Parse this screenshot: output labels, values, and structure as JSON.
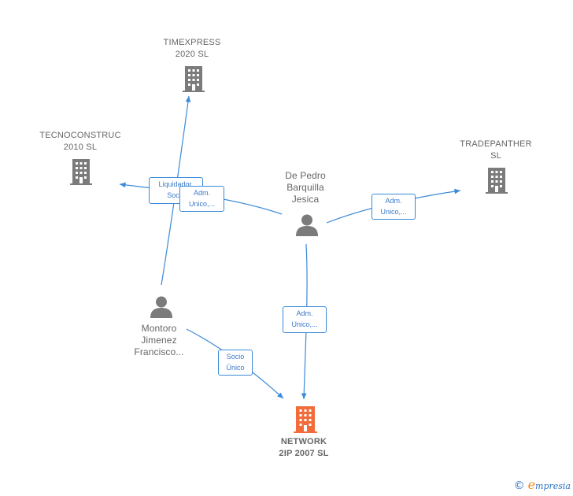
{
  "nodes": {
    "timexpress": {
      "line1": "TIMEXPRESS",
      "line2": "2020  SL"
    },
    "tecnoconstruc": {
      "line1": "TECNOCONSTRUC",
      "line2": "2010  SL"
    },
    "tradepanther": {
      "line1": "TRADEPANTHER",
      "line2": "SL"
    },
    "depedro": {
      "line1": "De Pedro",
      "line2": "Barquilla",
      "line3": "Jesica"
    },
    "montoro": {
      "line1": "Montoro",
      "line2": "Jimenez",
      "line3": "Francisco..."
    },
    "network": {
      "line1": "NETWORK",
      "line2": "2IP 2007  SL"
    }
  },
  "edges": {
    "liquidador": {
      "line1": "Liquidador,",
      "line2": "Socio"
    },
    "adm_tecno": {
      "line1": "Adm.",
      "line2": "Unico,..."
    },
    "adm_trade": {
      "line1": "Adm.",
      "line2": "Unico,..."
    },
    "adm_network": {
      "line1": "Adm.",
      "line2": "Unico,..."
    },
    "socio_unico": {
      "line1": "Socio",
      "line2": "Único"
    }
  },
  "footer": {
    "copyright": "©",
    "brand_e": "e",
    "brand_rest": "mpresia"
  },
  "colors": {
    "edge": "#3b8ad8",
    "company": "#7b7b7b",
    "focus": "#f26b3a",
    "person": "#7b7b7b"
  }
}
